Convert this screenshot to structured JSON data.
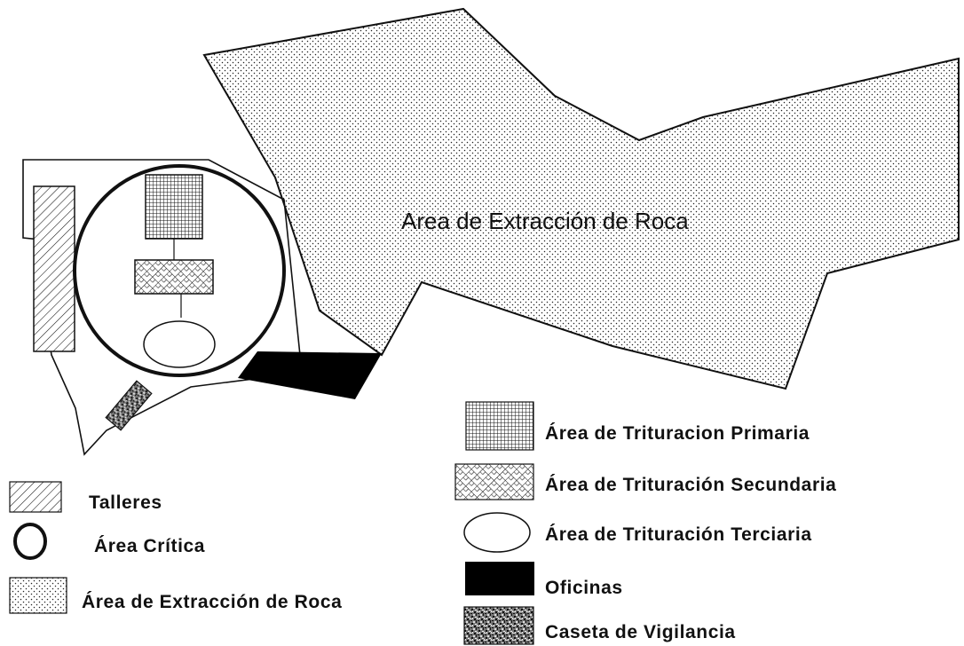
{
  "map": {
    "zone_label": "Area de Extracción de Roca"
  },
  "legend": {
    "talleres": "Talleres",
    "area_critica": "Área Crítica",
    "extraccion": "Área de Extracción de Roca",
    "primaria": "Área de Trituracion Primaria",
    "secundaria": "Área de Trituración Secundaria",
    "terciaria": "Área de Trituración Terciaria",
    "oficinas": "Oficinas",
    "vigilancia": "Caseta de Vigilancia"
  },
  "colors": {
    "ink": "#111111",
    "background": "#ffffff",
    "dot_fill": "#ffffff",
    "offices": "#000000"
  }
}
